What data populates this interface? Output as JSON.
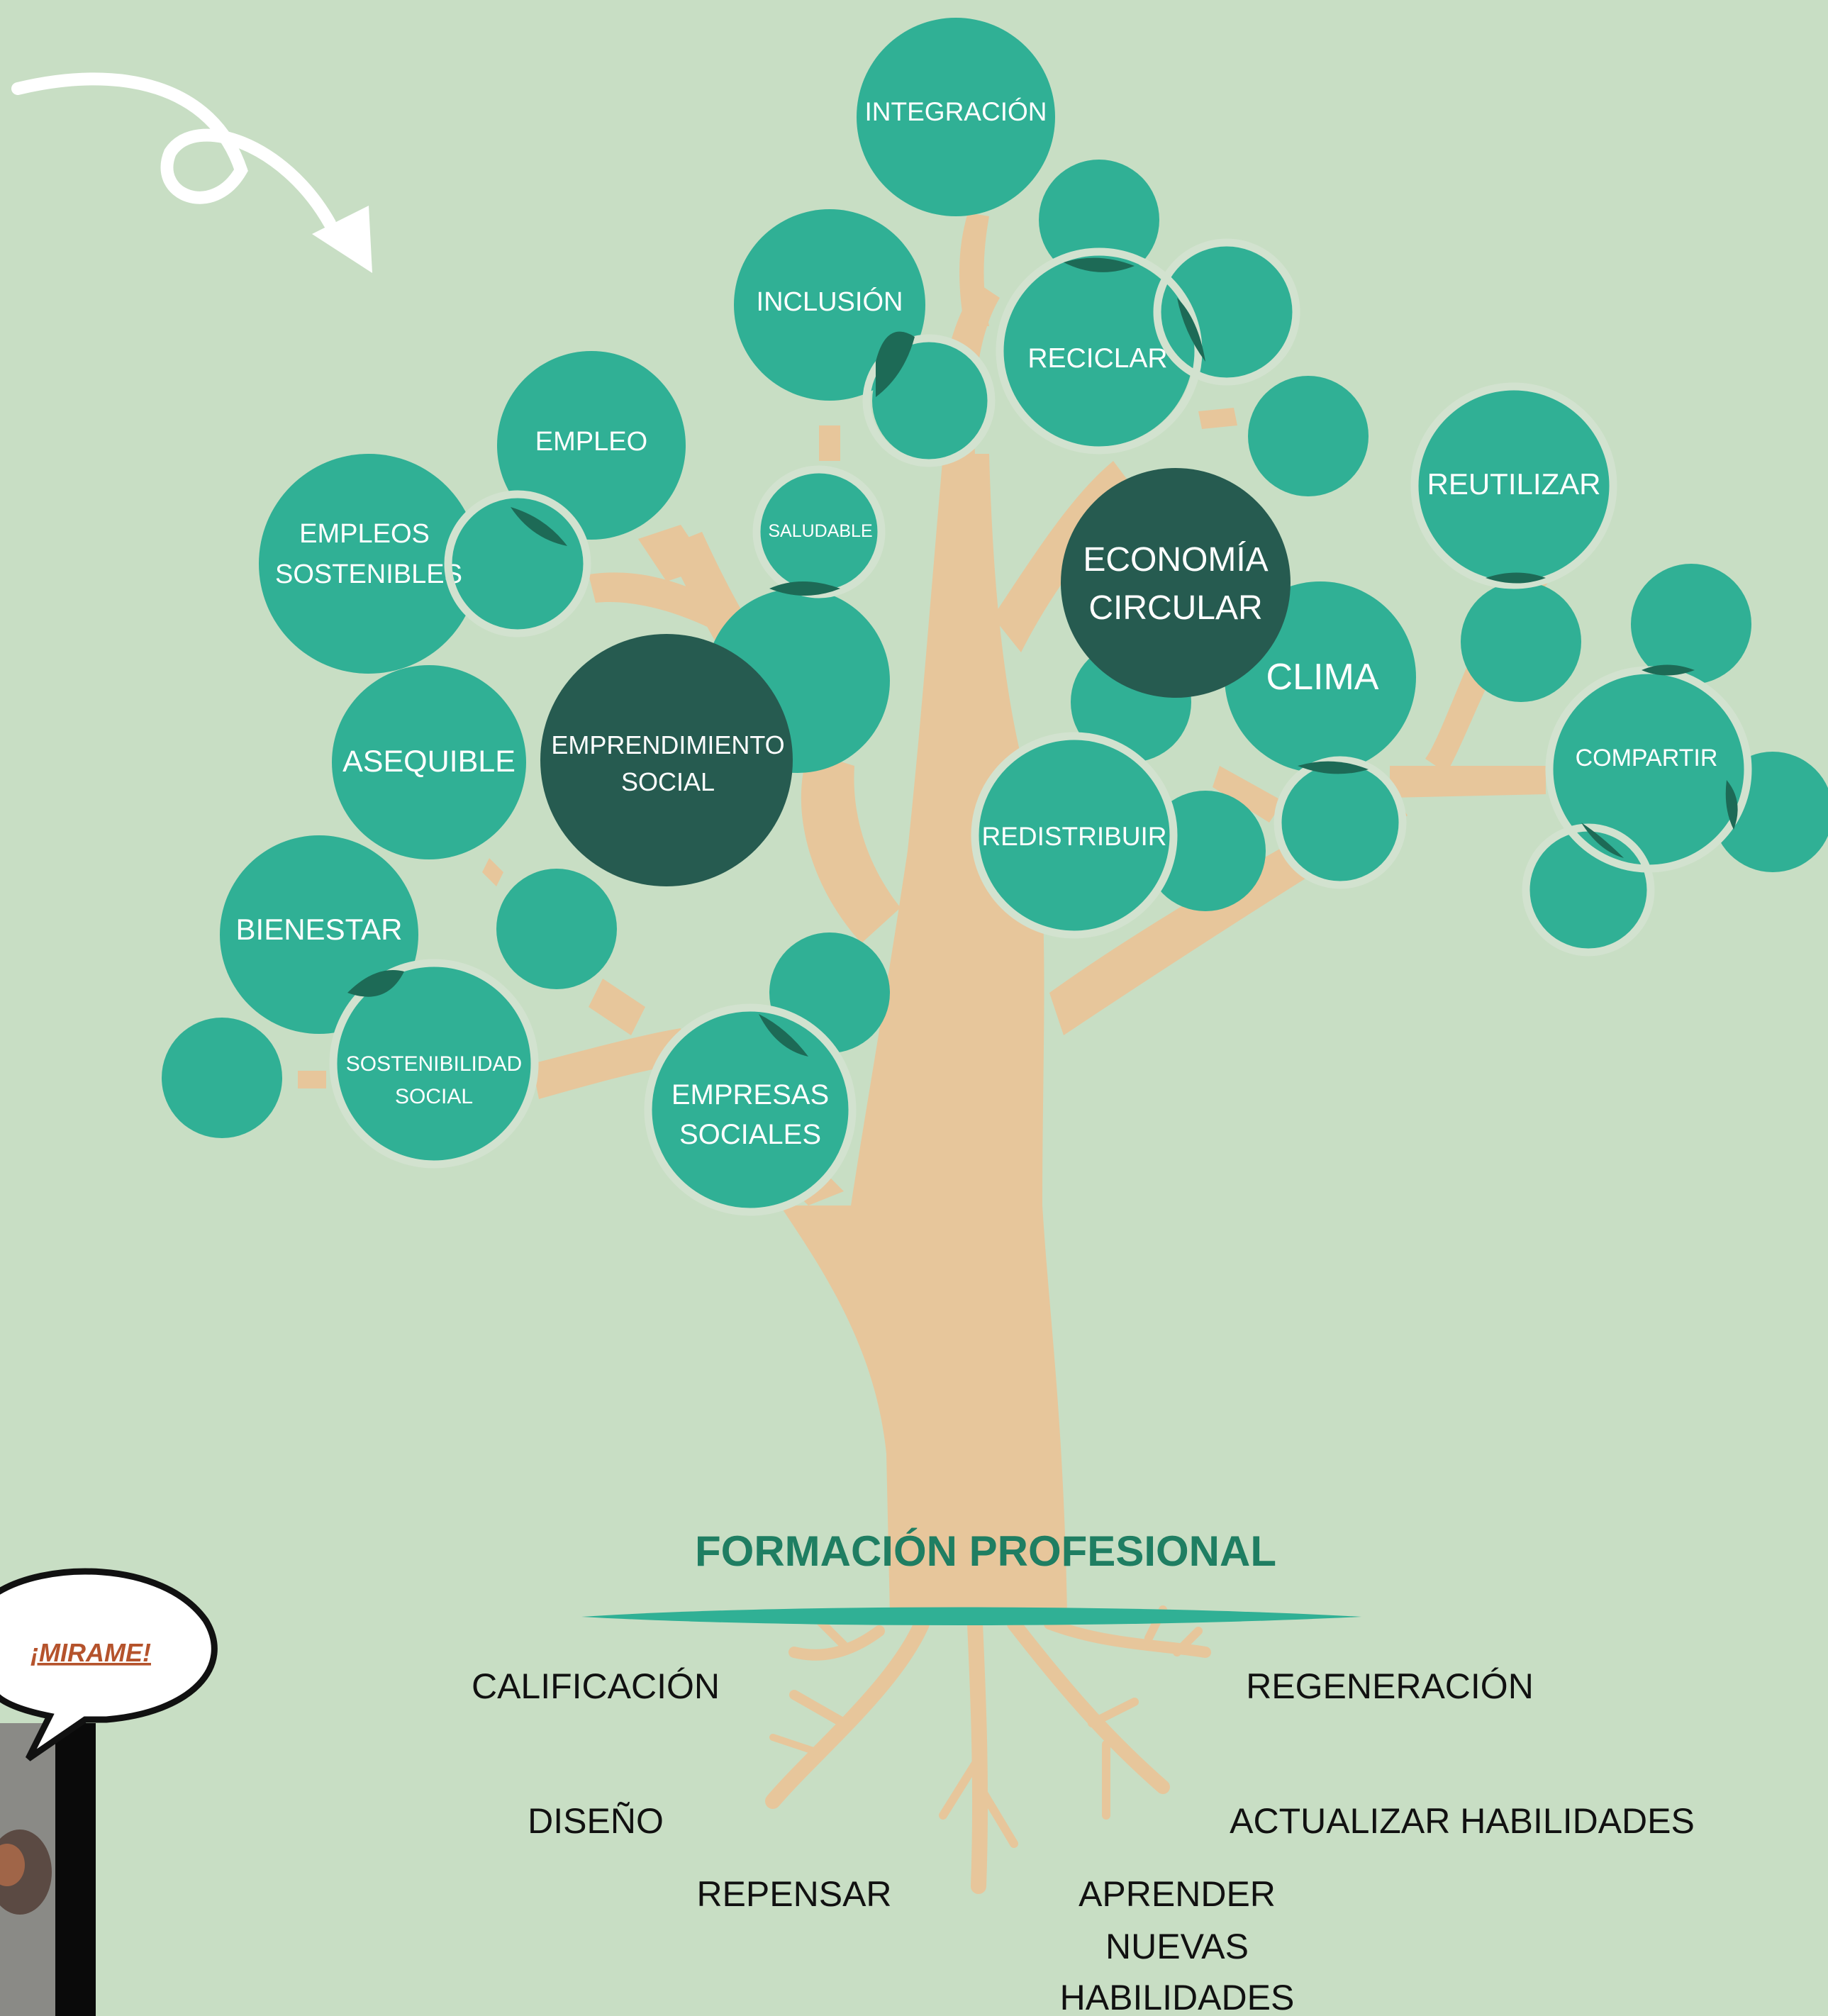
{
  "trunk_label": "FORMACIÓN PROFESIONAL",
  "callout_text": "¡MIRAME!",
  "colors": {
    "background": "#c8dec4",
    "leaf": "#30b095",
    "leaf_dark": "#265b50",
    "wood": "#e7c69b",
    "title": "#1f7e62"
  },
  "leaves": {
    "integracion": "INTEGRACIÓN",
    "inclusion": "INCLUSIÓN",
    "reciclar": "RECICLAR",
    "empleo": "EMPLEO",
    "empleos_sostenibles_1": "EMPLEOS",
    "empleos_sostenibles_2": "SOSTENIBLES",
    "saludable": "SALUDABLE",
    "economia_circular_1": "ECONOMÍA",
    "economia_circular_2": "CIRCULAR",
    "reutilizar": "REUTILIZAR",
    "clima": "CLIMA",
    "asequible": "ASEQUIBLE",
    "emprendimiento_social_1": "EMPRENDIMIENTO",
    "emprendimiento_social_2": "SOCIAL",
    "compartir": "COMPARTIR",
    "redistribuir": "REDISTRIBUIR",
    "bienestar": "BIENESTAR",
    "sostenibilidad_social_1": "SOSTENIBILIDAD",
    "sostenibilidad_social_2": "SOCIAL",
    "empresas_sociales_1": "EMPRESAS",
    "empresas_sociales_2": "SOCIALES"
  },
  "roots": {
    "calificacion": "CALIFICACIÓN",
    "regeneracion": "REGENERACIÓN",
    "diseno": "DISEÑO",
    "actualizar_habilidades": "ACTUALIZAR HABILIDADES",
    "repensar": "REPENSAR",
    "aprender_1": "APRENDER",
    "aprender_2": "NUEVAS",
    "aprender_3": "HABILIDADES"
  }
}
